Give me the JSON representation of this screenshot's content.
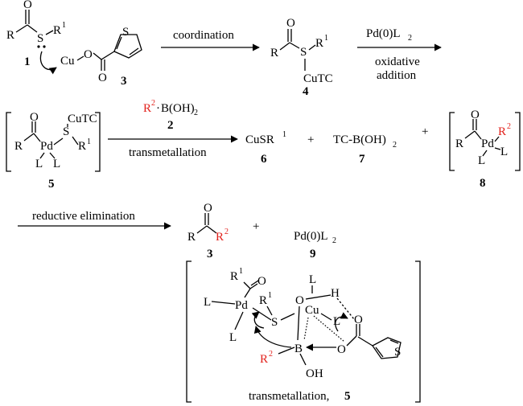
{
  "colors": {
    "ink": "#000000",
    "highlight": "#e2211c",
    "background": "#ffffff"
  },
  "compounds": {
    "c1": {
      "number": "1",
      "R": "R",
      "S": "S",
      "R1": "R",
      "sup1": "1"
    },
    "c3_cutc": {
      "Cu": "Cu",
      "O": "O",
      "S": "S",
      "number": "3"
    },
    "c4": {
      "R": "R",
      "S": "S",
      "R1": "R",
      "sup1": "1",
      "CuTC": "CuTC",
      "number": "4"
    },
    "c5": {
      "R": "R",
      "Pd": "Pd",
      "S": "S",
      "CuTC": "CuTC",
      "R1": "R",
      "sup1": "1",
      "L1": "L",
      "L2": "L",
      "number": "5"
    },
    "c6": {
      "formula": "CuSR",
      "sup": "1",
      "number": "6"
    },
    "c7": {
      "formula": "TC-B(OH)",
      "sub": "2",
      "number": "7"
    },
    "c8": {
      "R": "R",
      "Pd": "Pd",
      "R2": "R",
      "sup2": "2",
      "L1": "L",
      "L2": "L",
      "number": "8"
    },
    "c3_product": {
      "R": "R",
      "R2": "R",
      "sup2": "2",
      "number": "3"
    },
    "c9": {
      "formula": "Pd(0)L",
      "sub": "2",
      "number": "9"
    },
    "boronic_acid": {
      "R2": "R",
      "sup2": "2",
      "formula": "B(OH)",
      "sub": "2",
      "number": "2"
    }
  },
  "steps": {
    "coordination": "coordination",
    "pd_reagent": "Pd(0)L",
    "pd_reagent_sub": "2",
    "oxidative_1": "oxidative",
    "oxidative_2": "addition",
    "transmetallation": "transmetallation",
    "reductive": "reductive elimination",
    "plus": "+"
  },
  "ts": {
    "R1": "R",
    "sup1": "1",
    "L_left": "L",
    "Pd": "Pd",
    "R1b": "R",
    "sup1b": "1",
    "S": "S",
    "L_bottom": "L",
    "L_top": "L",
    "H": "H",
    "O": "O",
    "Cu": "Cu",
    "L_cu": "L",
    "O_ester": "O",
    "O_link": "O",
    "B": "B",
    "R2": "R",
    "sup2": "2",
    "OH": "OH",
    "S_thio": "S",
    "caption": "transmetallation,",
    "caption_num": "5"
  }
}
